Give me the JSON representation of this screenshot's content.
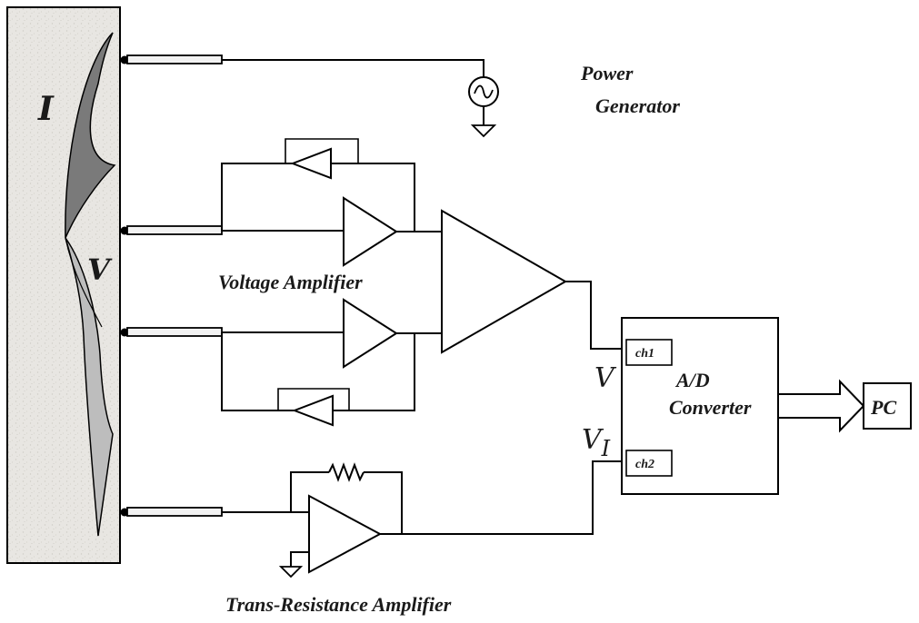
{
  "labels": {
    "power": [
      "Power",
      "Generator"
    ],
    "voltage_amplifier": "Voltage Amplifier",
    "trans_resistance_amplifier": "Trans-Resistance Amplifier",
    "ad_converter": [
      "A/D",
      "Converter"
    ],
    "pc": "PC",
    "ch1": "ch1",
    "ch2": "ch2",
    "sample_current": "I",
    "sample_voltage": "V",
    "signal_v": "V",
    "signal_vi_main": "V",
    "signal_vi_sub": "I"
  }
}
